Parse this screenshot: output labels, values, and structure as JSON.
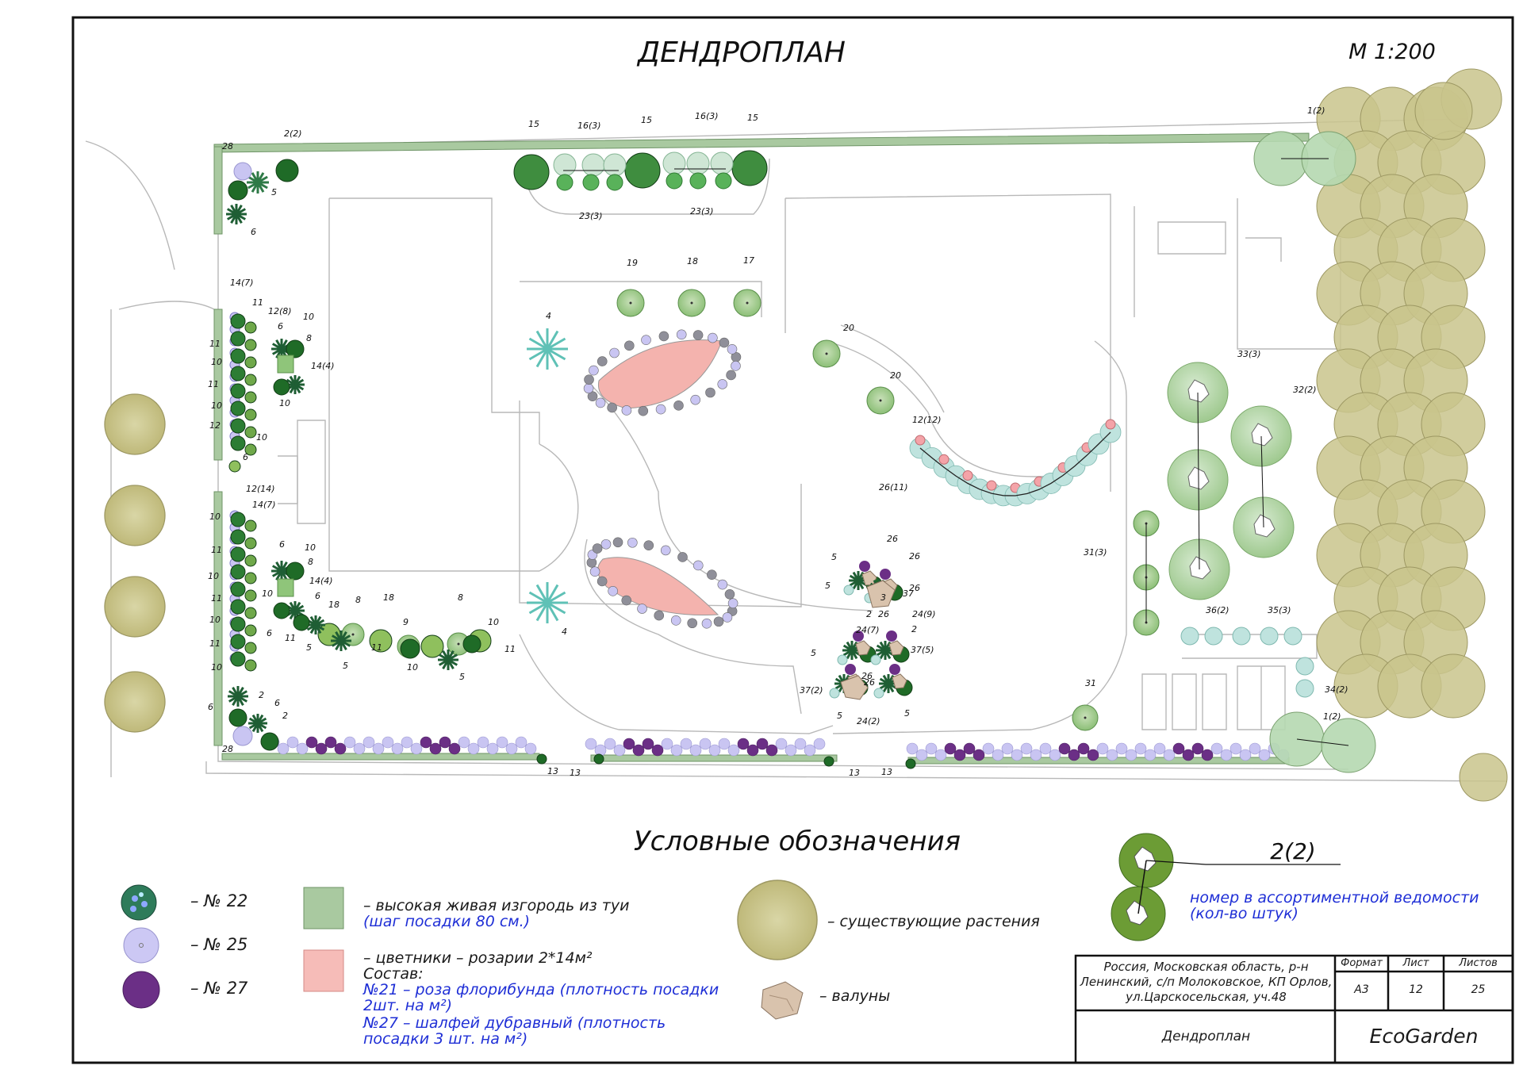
{
  "sheet": {
    "title": "ДЕНДРОПЛАН",
    "scale": "М 1:200"
  },
  "plan_labels": [
    "2(2)",
    "28",
    "5",
    "6",
    "15",
    "16(3)",
    "15",
    "16(3)",
    "15",
    "23(3)",
    "23(3)",
    "1(2)",
    "14(7)",
    "11",
    "12(8)",
    "10",
    "8",
    "6",
    "14(4)",
    "10",
    "11",
    "10",
    "11",
    "10",
    "12",
    "6",
    "10",
    "19",
    "18",
    "17",
    "4",
    "20",
    "20",
    "12(12)",
    "26(11)",
    "33(3)",
    "32(2)",
    "31(3)",
    "12(14)",
    "14(7)",
    "10",
    "11",
    "10",
    "11",
    "10",
    "11",
    "10",
    "6",
    "2",
    "6",
    "2",
    "28",
    "6",
    "10",
    "8",
    "14(4)",
    "6",
    "10",
    "6",
    "11",
    "18",
    "8",
    "18",
    "5",
    "5",
    "11",
    "10",
    "9",
    "8",
    "10",
    "11",
    "5",
    "26",
    "5",
    "26",
    "5",
    "26",
    "37",
    "3",
    "2",
    "26",
    "24(9)",
    "2",
    "24(7)",
    "37(5)",
    "5",
    "26",
    "37(2)",
    "26",
    "5",
    "24(2)",
    "5",
    "4",
    "36(2)",
    "35(3)",
    "34(2)",
    "31",
    "1(2)",
    "13",
    "13",
    "13",
    "13"
  ],
  "legend": {
    "heading": "Условные обозначения",
    "items": [
      {
        "label": "– № 22"
      },
      {
        "label": "– № 25"
      },
      {
        "label": "– № 27"
      }
    ],
    "hedge": {
      "line1": "– высокая живая изгородь из туи",
      "line2": "(шаг посадки 80 см.)"
    },
    "rosary": {
      "line1": "– цветники – розарии 2*14м²",
      "line2": "Состав:",
      "line3": "№21 – роза флорибунда (плотность посадки",
      "line4": "2шт. на м²)",
      "line5": "№27 – шалфей дубравный (плотность",
      "line6": "посадки 3 шт. на м²)"
    },
    "existing": "– существующие растения",
    "boulders": "– валуны",
    "callout": {
      "tag": "2(2)",
      "line1": "номер в ассортиментной ведомости",
      "line2": "(кол-во штук)"
    }
  },
  "stamp": {
    "address_line1": "Россия, Московская область, р-н",
    "address_line2": "Ленинский, с/п Молоковское, КП Орлов,",
    "address_line3": "ул.Царскосельская, уч.48",
    "format_header": "Формат",
    "sheet_header": "Лист",
    "sheets_header": "Листов",
    "format_value": "А3",
    "sheet_value": "12",
    "sheets_value": "25",
    "doc_name": "Дендроплан",
    "company": "EcoGarden"
  },
  "colors": {
    "hedge": "#a9c9a0",
    "rosary": "#f4b3ae",
    "existing_tree": "#c9c48c",
    "dark_conifer": "#1f6b27",
    "light_green": "#8fc57a",
    "teal_shrub": "#bfe3de",
    "lavender": "#c9c5f2",
    "purple": "#6b2f86",
    "blue_text": "#1f2fd6"
  }
}
